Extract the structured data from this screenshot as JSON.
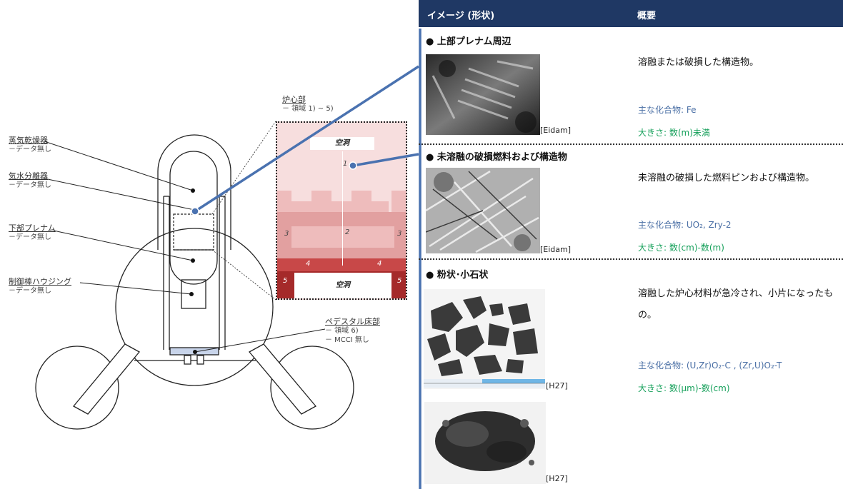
{
  "diagram": {
    "labels": {
      "steam_dryer": {
        "title": "蒸気乾燥器",
        "sub": "－データ無し"
      },
      "separator": {
        "title": "気水分離器",
        "sub": "－データ無し"
      },
      "lower_plenum": {
        "title": "下部プレナム",
        "sub": "－データ無し"
      },
      "crd_housing": {
        "title": "制御棒ハウジング",
        "sub": "－データ無し"
      },
      "core": {
        "title": "炉心部",
        "sub": "－ 領域 1) ~ 5)"
      },
      "pedestal": {
        "title": "ペデスタル床部",
        "sub1": "－ 領域 6)",
        "sub2": "－ MCCI 無し"
      }
    },
    "grid": {
      "void_label": "空洞",
      "region_numbers": [
        "1",
        "2",
        "3",
        "3",
        "4",
        "4",
        "5",
        "5"
      ],
      "colors": {
        "r1": "#f7dede",
        "r2": "#eebcbc",
        "r3": "#e2a0a0",
        "r4": "#c84848",
        "r5": "#a52a2a"
      }
    }
  },
  "table": {
    "header": {
      "image_col": "イメージ (形状)",
      "summary_col": "概要"
    },
    "rows": [
      {
        "title": "上部プレナム周辺",
        "cite": "[Eidam]",
        "description": "溶融または破損した構造物。",
        "compounds": "主な化合物: Fe",
        "size": "大きさ:  数(m)未満"
      },
      {
        "title": "未溶融の破損燃料および構造物",
        "cite": "[Eidam]",
        "description": "未溶融の破損した燃料ピンおよび構造物。",
        "compounds": "主な化合物: UO₂, Zry-2",
        "size": "大きさ:  数(cm)-数(m)"
      },
      {
        "title": "粉状･小石状",
        "cite1": "[H27]",
        "cite2": "[H27]",
        "description": "溶融した炉心材料が急冷され、小片になったもの。",
        "compounds": "主な化合物: (U,Zr)O₂-C , (Zr,U)O₂-T",
        "size": "大きさ:  数(μm)-数(cm)"
      }
    ]
  }
}
